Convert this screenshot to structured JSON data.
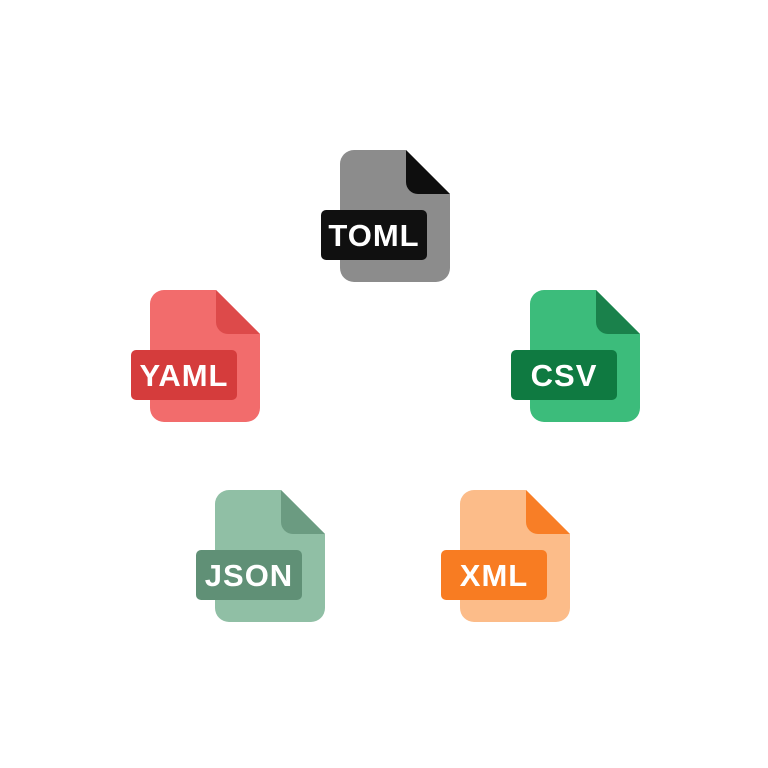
{
  "page": {
    "background_color": "#FFFFFF",
    "description": "Five file format icons arranged in a circle"
  },
  "icons": [
    {
      "id": "toml",
      "label": "TOML",
      "body_color": "#8C8C8C",
      "fold_color": "#0E0E0E",
      "band_color": "#101010",
      "text_color": "#FFFFFF"
    },
    {
      "id": "yaml",
      "label": "YAML",
      "body_color": "#F26C6C",
      "fold_color": "#DD4A4A",
      "band_color": "#D53C3C",
      "text_color": "#FFFFFF"
    },
    {
      "id": "csv",
      "label": "CSV",
      "body_color": "#3CBC7B",
      "fold_color": "#1A814B",
      "band_color": "#0F7A41",
      "text_color": "#FFFFFF"
    },
    {
      "id": "json",
      "label": "JSON",
      "body_color": "#90BFA5",
      "fold_color": "#6B9B81",
      "band_color": "#609076",
      "text_color": "#FFFFFF"
    },
    {
      "id": "xml",
      "label": "XML",
      "body_color": "#FCBC89",
      "fold_color": "#F87E26",
      "band_color": "#F87C22",
      "text_color": "#FFFFFF"
    }
  ]
}
